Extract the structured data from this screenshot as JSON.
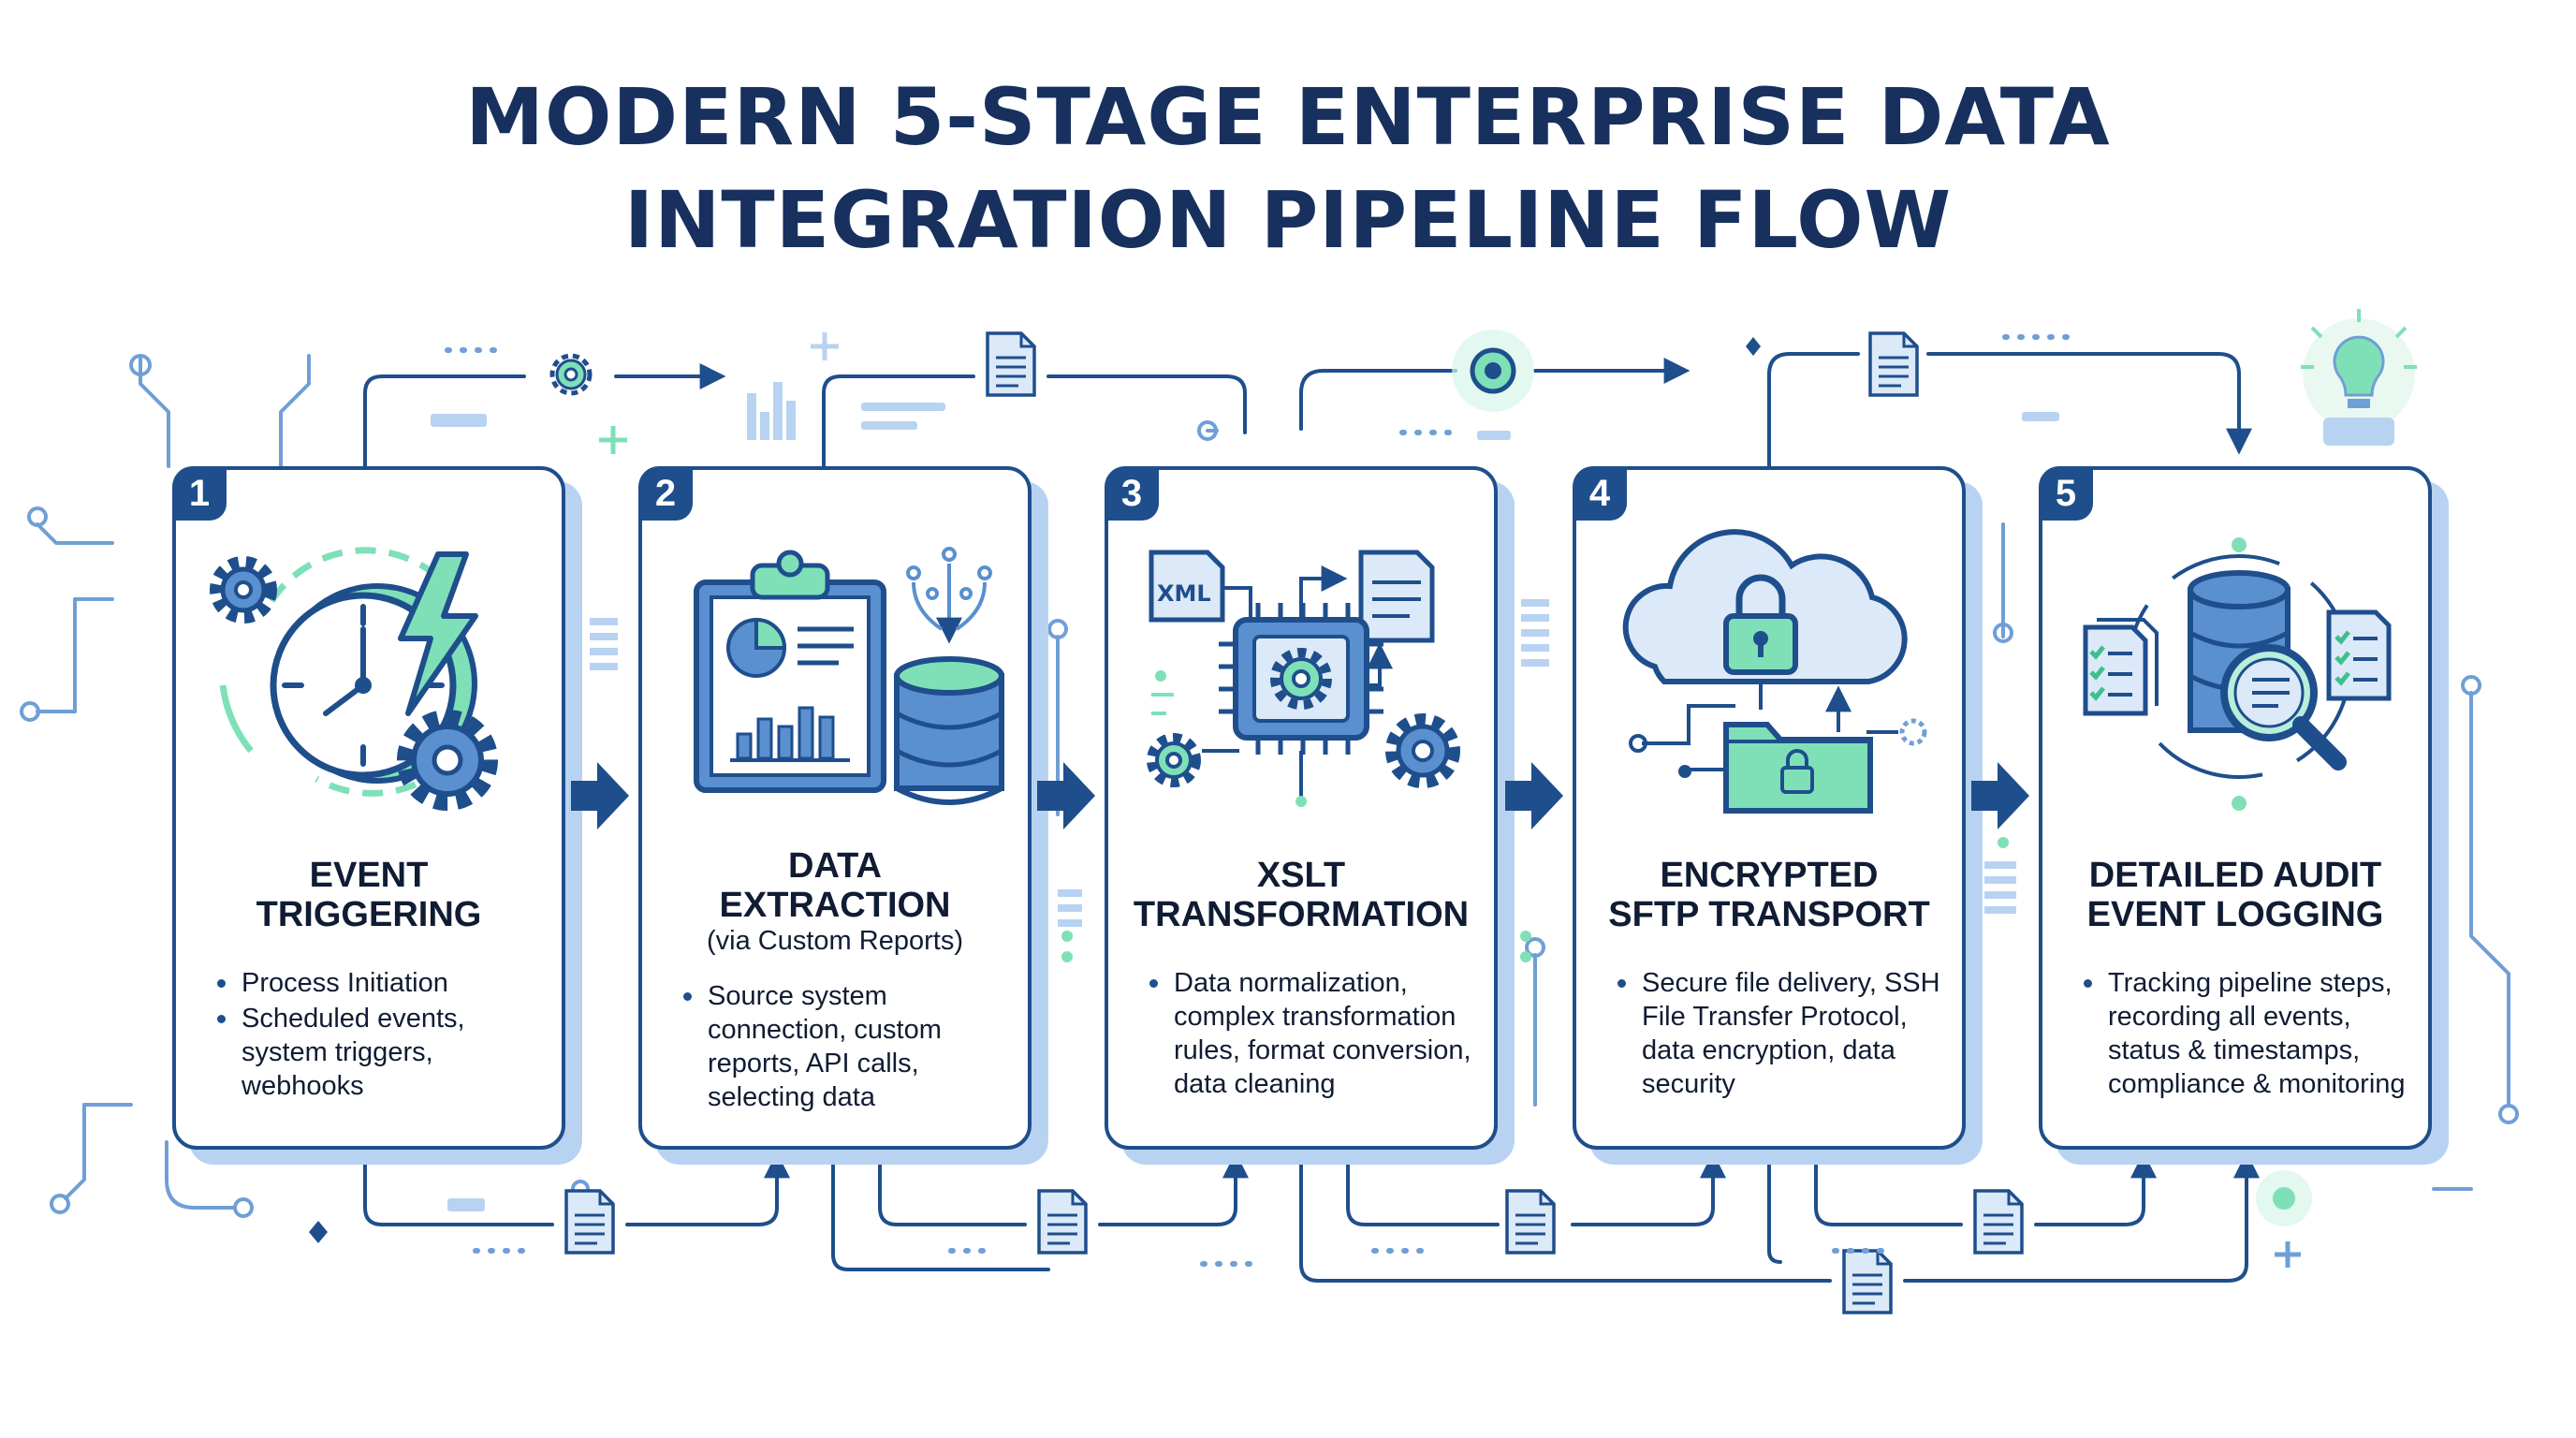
{
  "title_lines": [
    "MODERN 5-STAGE ENTERPRISE DATA",
    "INTEGRATION PIPELINE FLOW"
  ],
  "colors": {
    "navy": "#1f4e8c",
    "dark_text": "#101c33",
    "title": "#17305e",
    "light_blue": "#b8d3f1",
    "mint": "#7fe0b8",
    "pale_blue": "#dbe9f8"
  },
  "stages": [
    {
      "number": "1",
      "title_line1": "EVENT",
      "title_line2": "TRIGGERING",
      "subtitle": "",
      "icon": "clock-lightning-gears-icon",
      "bullets": [
        "Process Initiation",
        "Scheduled events, system triggers, webhooks"
      ]
    },
    {
      "number": "2",
      "title_line1": "DATA",
      "title_line2": "EXTRACTION",
      "subtitle": "(via Custom Reports)",
      "icon": "clipboard-report-database-icon",
      "bullets": [
        "Source system connection, custom reports, API calls, selecting data"
      ]
    },
    {
      "number": "3",
      "title_line1": "XSLT",
      "title_line2": "TRANSFORMATION",
      "subtitle": "",
      "icon": "xml-chip-gears-icon",
      "icon_label": "XML",
      "bullets": [
        "Data normalization, complex transformation rules, format conversion, data cleaning"
      ]
    },
    {
      "number": "4",
      "title_line1": "ENCRYPTED",
      "title_line2": "SFTP TRANSPORT",
      "subtitle": "",
      "icon": "cloud-lock-folder-icon",
      "bullets": [
        "Secure file delivery, SSH File Transfer Protocol, data encryption, data security"
      ]
    },
    {
      "number": "5",
      "title_line1": "DETAILED AUDIT",
      "title_line2": "EVENT LOGGING",
      "subtitle": "",
      "icon": "database-magnifier-checklist-icon",
      "bullets": [
        "Tracking pipeline steps, recording all events, status & timestamps, compliance & monitoring"
      ]
    }
  ]
}
